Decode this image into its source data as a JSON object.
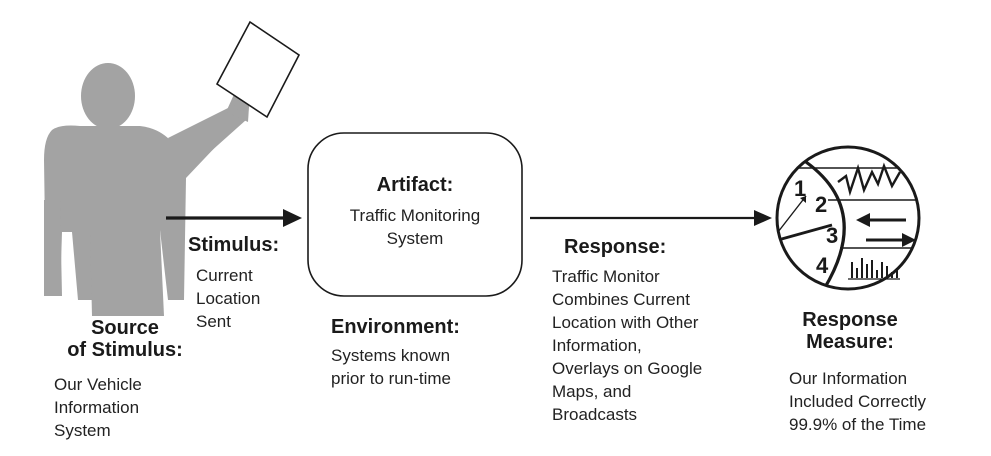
{
  "source": {
    "heading": [
      "Source",
      "of Stimulus:"
    ],
    "detail": [
      "Our Vehicle",
      "Information",
      "System"
    ]
  },
  "stimulus": {
    "heading": "Stimulus:",
    "detail": [
      "Current",
      "Location",
      "Sent"
    ]
  },
  "artifact": {
    "heading": "Artifact:",
    "detail": [
      "Traffic Monitoring",
      "System"
    ]
  },
  "environment": {
    "heading": "Environment:",
    "detail": [
      "Systems known",
      "prior to run-time"
    ]
  },
  "response": {
    "heading": "Response:",
    "detail": [
      "Traffic Monitor",
      "Combines Current",
      "Location with Other",
      "Information,",
      "Overlays on Google",
      "Maps, and",
      "Broadcasts"
    ]
  },
  "response_measure": {
    "heading": [
      "Response",
      "Measure:"
    ],
    "detail": [
      "Our Information",
      "Included Correctly",
      "99.9% of the Time"
    ],
    "dial_numbers": [
      "1",
      "2",
      "3",
      "4"
    ]
  },
  "colors": {
    "figure": "#a3a3a3",
    "ink": "#1a1a1a"
  }
}
